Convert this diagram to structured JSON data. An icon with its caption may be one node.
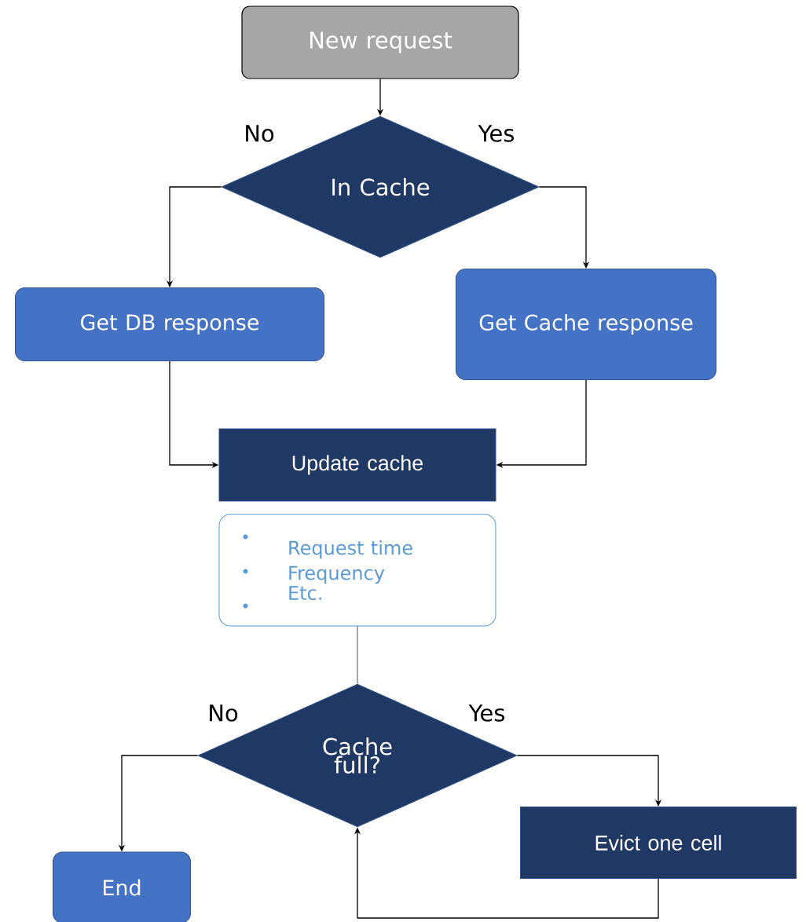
{
  "diagram": {
    "nodes": [
      {
        "text": [
          "New request"
        ]
      },
      {
        "text": [
          "In Cache"
        ]
      },
      {
        "text": [
          "Get DB response"
        ]
      },
      {
        "text": [
          "Get Cache response"
        ]
      },
      {
        "text": [
          "Update cache"
        ]
      },
      {
        "text": [
          "Request time",
          "Frequency",
          "Etc."
        ]
      },
      {
        "text": [
          "Cache full?"
        ]
      },
      {
        "text": [
          "Evict one cell"
        ]
      },
      {
        "text": [
          "End"
        ]
      }
    ],
    "edges": [
      {
        "from": 0,
        "to": 1,
        "arrow": "to"
      },
      {
        "from": 1,
        "to": 2,
        "arrow": "to",
        "label": "No"
      },
      {
        "from": 1,
        "to": 3,
        "arrow": "to",
        "label": "Yes"
      },
      {
        "from": 2,
        "to": 4,
        "arrow": "to"
      },
      {
        "from": 3,
        "to": 4,
        "arrow": "to"
      },
      {
        "from": 5,
        "to": 6,
        "arrow": "none"
      },
      {
        "from": 6,
        "to": 8,
        "arrow": "to",
        "label": "No"
      },
      {
        "from": 6,
        "to": 7,
        "arrow": "to",
        "label": "Yes"
      },
      {
        "from": 7,
        "to": 6,
        "arrow": "to"
      }
    ]
  }
}
